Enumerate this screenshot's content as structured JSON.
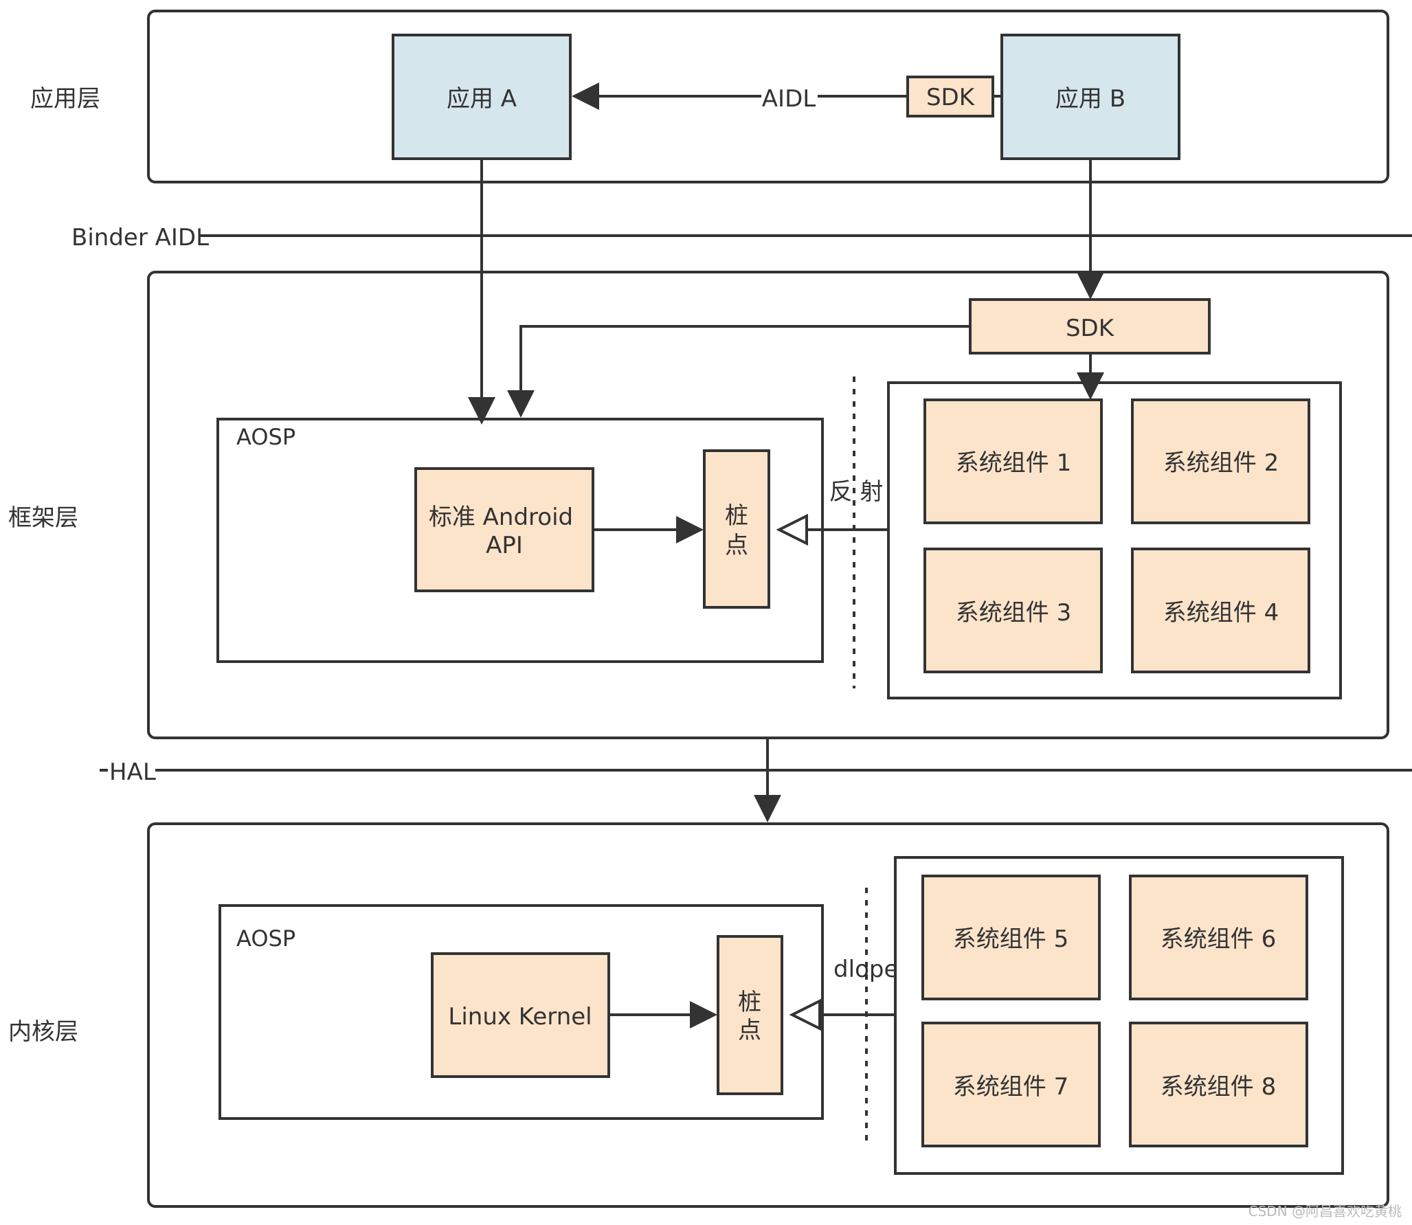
{
  "layers": {
    "app": "应用层",
    "framework": "框架层",
    "kernel": "内核层"
  },
  "separators": {
    "binder": "Binder AIDL",
    "hal": "HAL"
  },
  "app_layer": {
    "app_a": "应用 A",
    "app_b": "应用 B",
    "aidl": "AIDL",
    "sdk": "SDK"
  },
  "framework_layer": {
    "sdk": "SDK",
    "aosp": "AOSP",
    "std_api_line1": "标准 Android",
    "std_api_line2": "API",
    "stub_line1": "桩",
    "stub_line2": "点",
    "reflect": "反 射",
    "components": [
      "系统组件 1",
      "系统组件 2",
      "系统组件 3",
      "系统组件 4"
    ]
  },
  "kernel_layer": {
    "aosp": "AOSP",
    "linux_kernel": "Linux Kernel",
    "stub_line1": "桩",
    "stub_line2": "点",
    "dlopen": "dlopen",
    "components": [
      "系统组件 5",
      "系统组件 6",
      "系统组件 7",
      "系统组件 8"
    ]
  },
  "watermark": "CSDN @阿昌喜欢吃黄桃",
  "colors": {
    "app_fill": "#d5e6ec",
    "component_fill": "#fce4cb",
    "stroke": "#333333"
  }
}
